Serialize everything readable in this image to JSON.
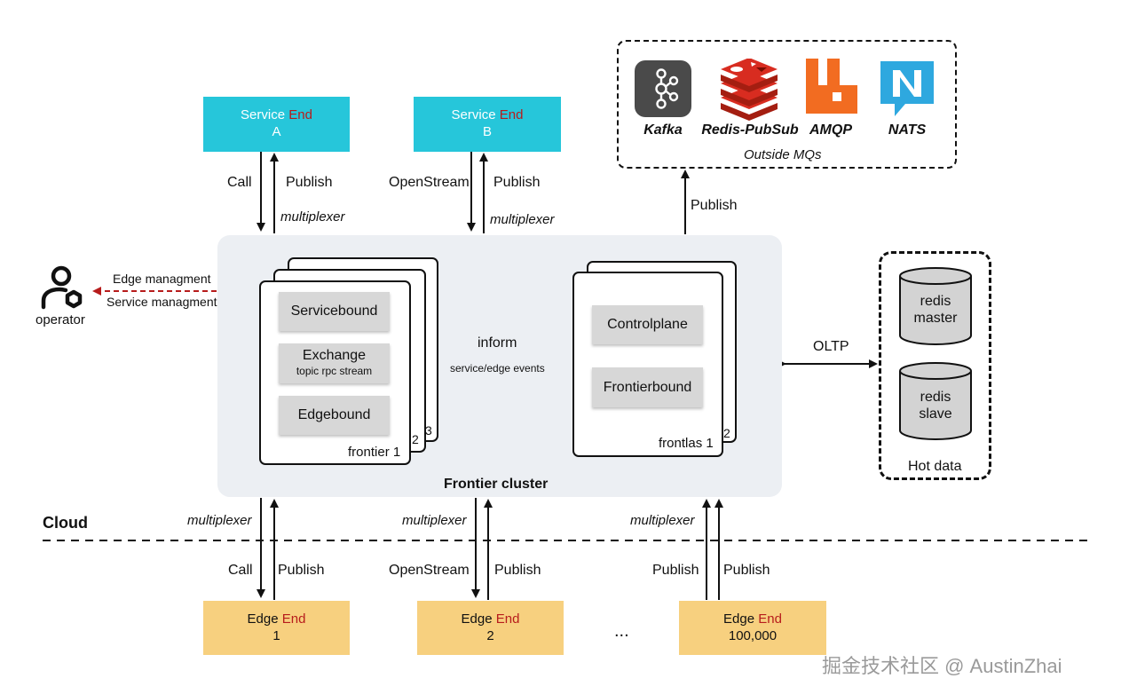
{
  "services": [
    {
      "prefix": "Service",
      "end": "End",
      "name": "A",
      "left_label": "Call",
      "right_label": "Publish",
      "mux": "multiplexer"
    },
    {
      "prefix": "Service",
      "end": "End",
      "name": "B",
      "left_label": "OpenStream",
      "right_label": "Publish",
      "mux": "multiplexer"
    }
  ],
  "edges": [
    {
      "prefix": "Edge",
      "end": "End",
      "name": "1",
      "left_label": "Call",
      "right_label": "Publish",
      "mux": "multiplexer"
    },
    {
      "prefix": "Edge",
      "end": "End",
      "name": "2",
      "left_label": "OpenStream",
      "right_label": "Publish",
      "mux": "multiplexer"
    },
    {
      "prefix": "Edge",
      "end": "End",
      "name": "100,000",
      "left_label": "Publish",
      "right_label": "Publish",
      "mux": "multiplexer"
    }
  ],
  "edge_ellipsis": "...",
  "mqs": {
    "caption": "Outside MQs",
    "items": [
      "Kafka",
      "Redis-PubSub",
      "AMQP",
      "NATS"
    ],
    "publish_label": "Publish"
  },
  "operator": {
    "label": "operator",
    "edge_mgmt": "Edge managment",
    "service_mgmt": "Service managment"
  },
  "cluster": {
    "title": "Frontier cluster",
    "frontier": {
      "modules": [
        "Servicebound",
        "Exchange",
        "Edgebound"
      ],
      "exchange_sub": "topic rpc stream",
      "instance_label": "frontier 1",
      "stack_2": "2",
      "stack_3": "3"
    },
    "frontlas": {
      "modules": [
        "Controlplane",
        "Frontierbound"
      ],
      "instance_label": "frontlas 1",
      "stack_2": "2"
    },
    "inform": "inform",
    "inform_sub": "service/edge events"
  },
  "hotdata": {
    "oltp": "OLTP",
    "master": [
      "redis",
      "master"
    ],
    "slave": [
      "redis",
      "slave"
    ],
    "caption": "Hot data"
  },
  "cloud_label": "Cloud",
  "watermark": "掘金技术社区 @ AustinZhai",
  "colors": {
    "service": "#26c6da",
    "edge": "#f7d07f",
    "end_word": "#b71c1c",
    "operator_arrow": "#b71c1c",
    "cluster_bg": "#eceff3"
  }
}
